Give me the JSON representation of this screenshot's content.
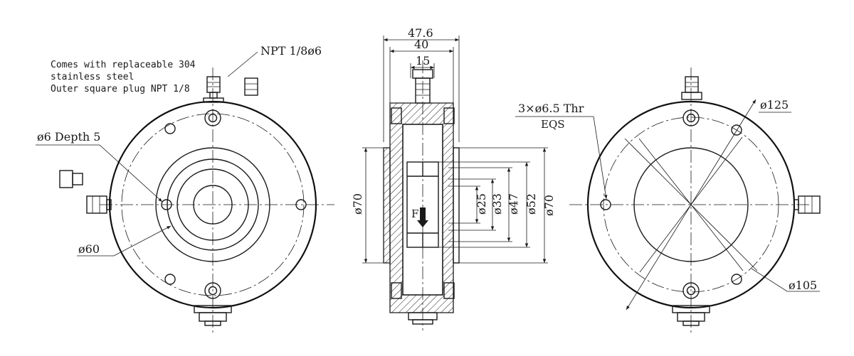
{
  "left_view": {
    "note_line1": "Comes with replaceable 304",
    "note_line2": "stainless steel",
    "note_line3": "Outer square plug NPT 1/8",
    "npt_label": "NPT 1/8ø6",
    "hole_label": "ø6 Depth 5",
    "diameter_label": "ø60"
  },
  "section_view": {
    "dim_overall": "47.6",
    "dim_40": "40",
    "dim_15": "15",
    "dim_d70_left": "ø70",
    "dim_d25": "ø25",
    "dim_d33": "ø33",
    "dim_d47": "ø47",
    "dim_d52": "ø52",
    "dim_d70_right": "ø70",
    "force_label": "F"
  },
  "right_view": {
    "thread_label": "3×ø6.5 Thr",
    "eqs_label": "EQS",
    "d125_label": "ø125",
    "d105_label": "ø105"
  }
}
